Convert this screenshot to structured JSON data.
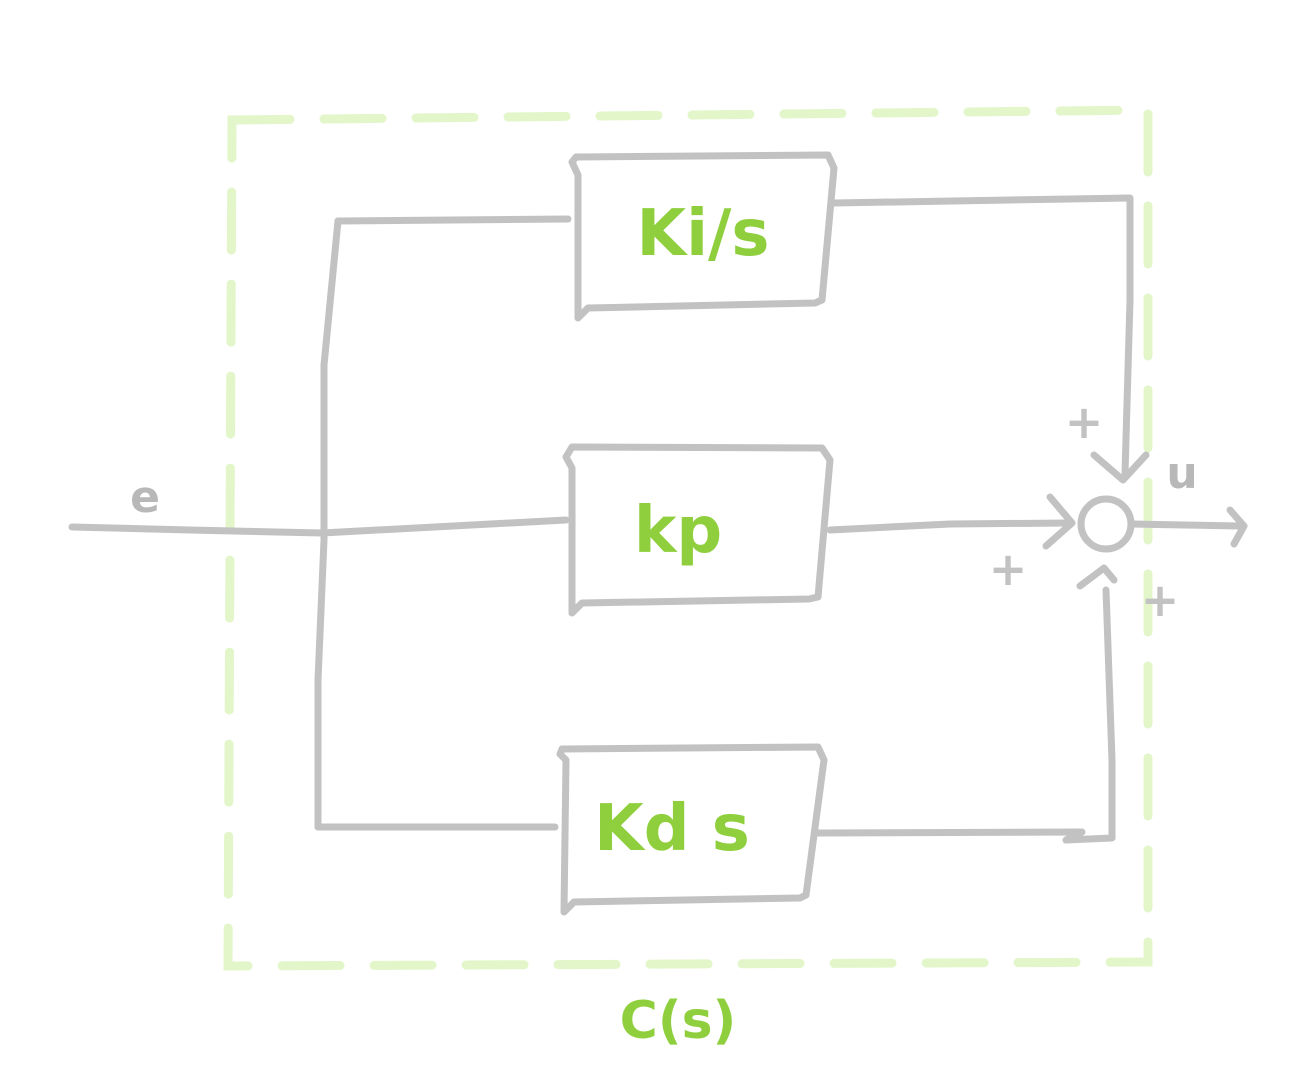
{
  "colors": {
    "wire": "#c2c2c2",
    "gain_text": "#8fcf3e",
    "controller_box": "#e2f6c9"
  },
  "blocks": {
    "integral": "Ki/s",
    "proportional": "kp",
    "derivative": "Kd s"
  },
  "signals": {
    "input": "e",
    "output": "u"
  },
  "summing_junction": {
    "sign_top": "+",
    "sign_left": "+",
    "sign_bottom": "+"
  },
  "controller_label": "C(s)"
}
